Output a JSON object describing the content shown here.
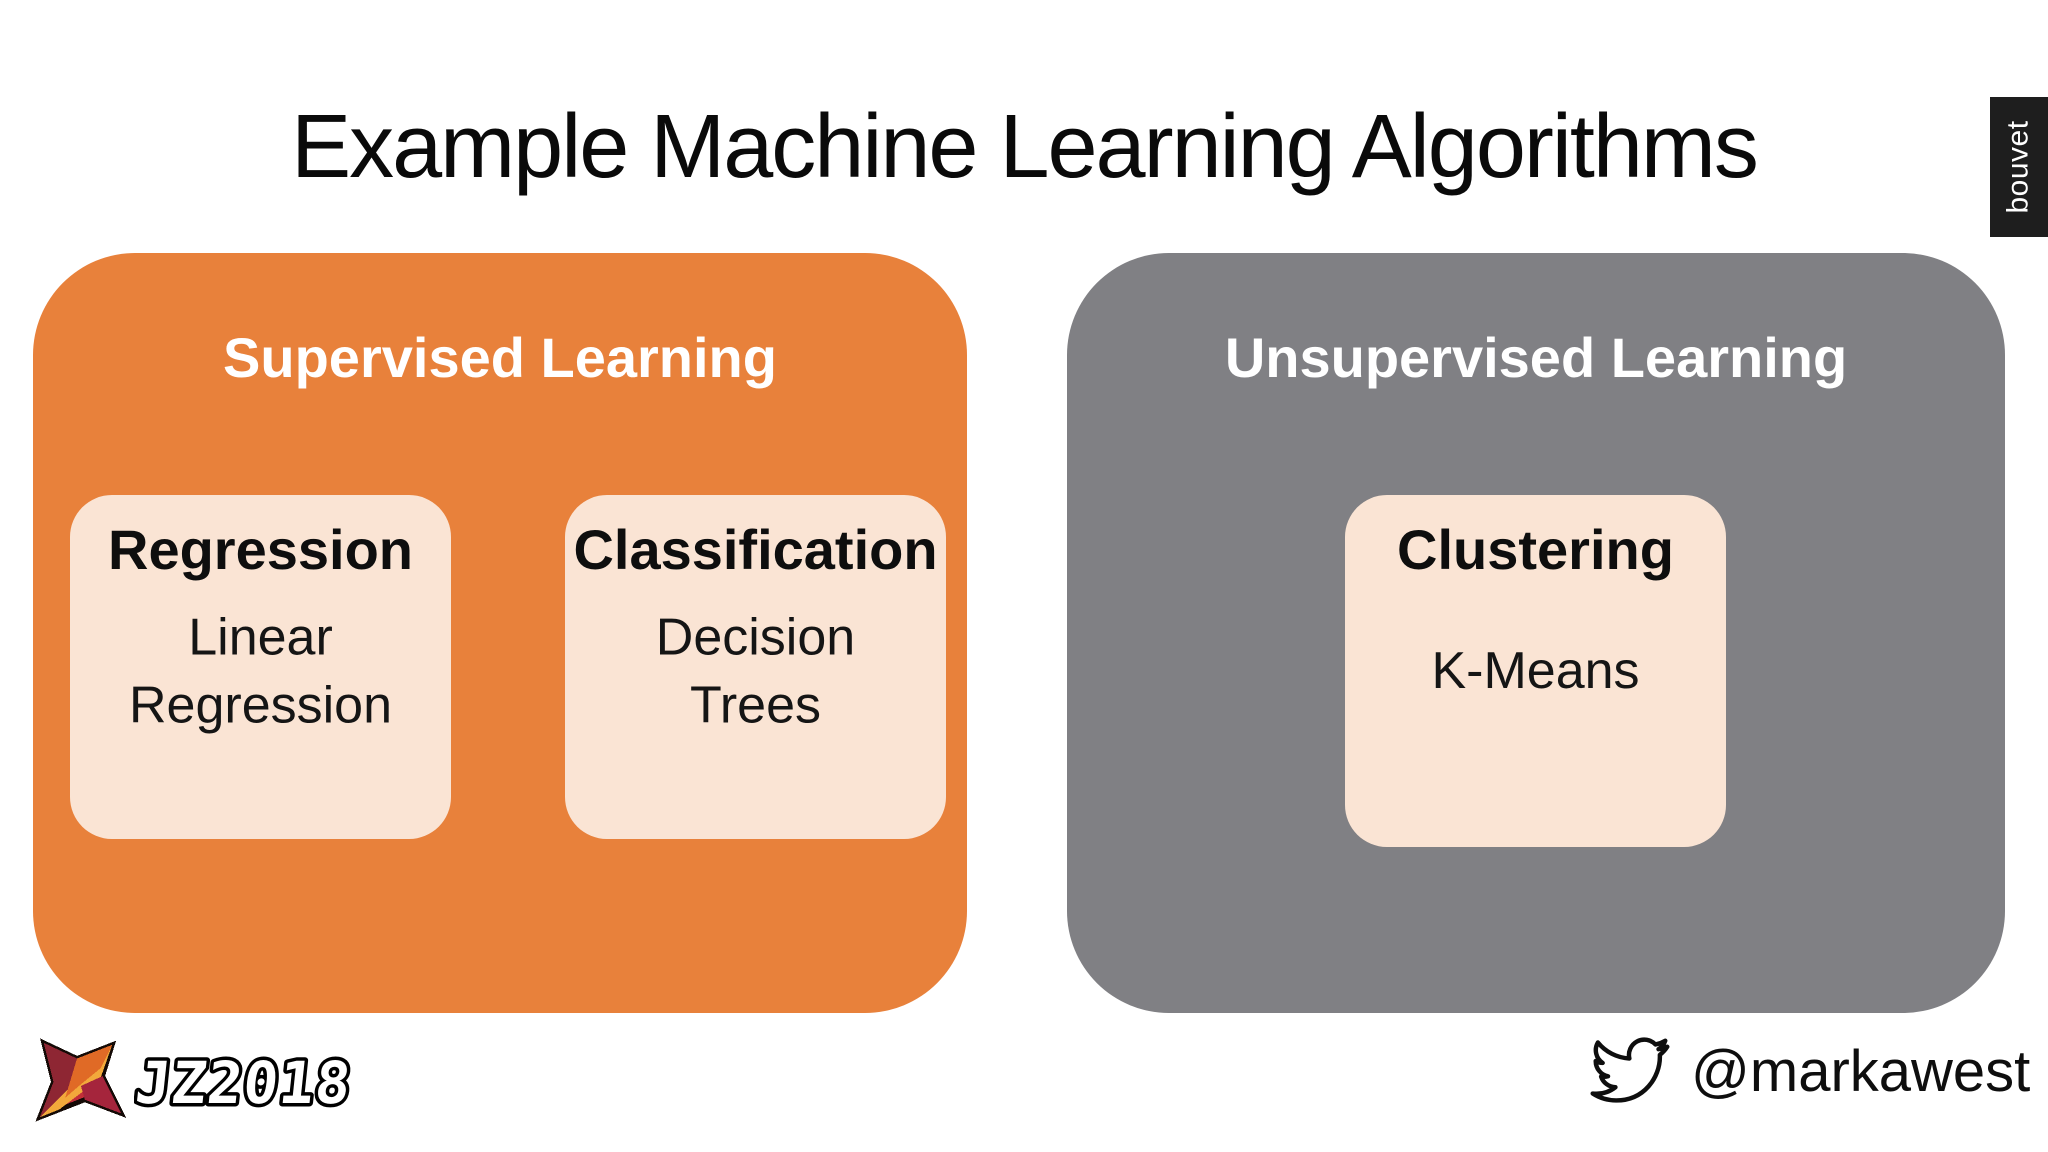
{
  "title": "Example Machine Learning Algorithms",
  "brand_badge": {
    "label": "bouvet"
  },
  "groups": [
    {
      "id": "supervised",
      "label": "Supervised Learning",
      "color": "#e8813b",
      "cards": [
        {
          "title": "Regression",
          "body": "Linear Regression"
        },
        {
          "title": "Classification",
          "body": "Decision Trees"
        }
      ]
    },
    {
      "id": "unsupervised",
      "label": "Unsupervised Learning",
      "color": "#808084",
      "cards": [
        {
          "title": "Clustering",
          "body": "K-Means"
        }
      ]
    }
  ],
  "footer": {
    "conference_logo_text": "JZ2018",
    "twitter_handle": "@markawest"
  },
  "icons": {
    "jz_icon": "pixel-star-icon",
    "twitter_icon": "twitter-bird-icon"
  },
  "colors": {
    "background": "#ffffff",
    "supervised_bg": "#e8813b",
    "unsupervised_bg": "#808084",
    "card_bg": "#fae4d4",
    "heading_text": "#ffffff",
    "title_text": "#0a0a0a",
    "badge_bg": "#1e1e1e"
  }
}
